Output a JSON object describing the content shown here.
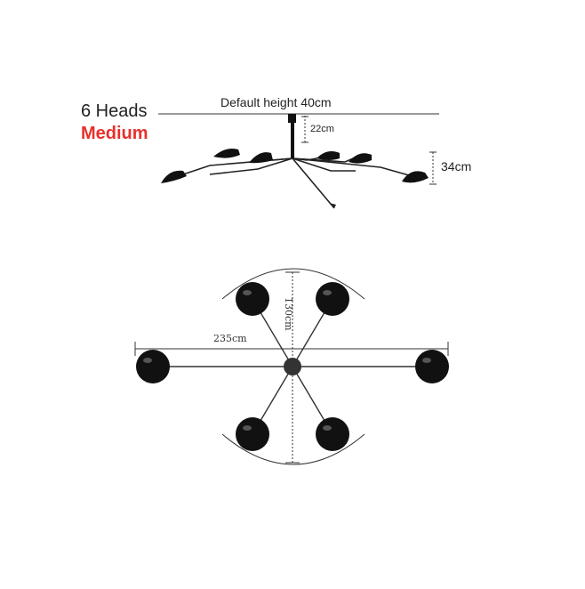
{
  "labels": {
    "heads": "6 Heads",
    "variant": "Medium",
    "default_height": "Default height 40cm",
    "drop": "22cm",
    "arm_height": "34cm",
    "width": "235cm",
    "depth": "130cm"
  },
  "colors": {
    "variant_text": "#e8302b",
    "lamp": "#111111",
    "line": "#333333"
  }
}
